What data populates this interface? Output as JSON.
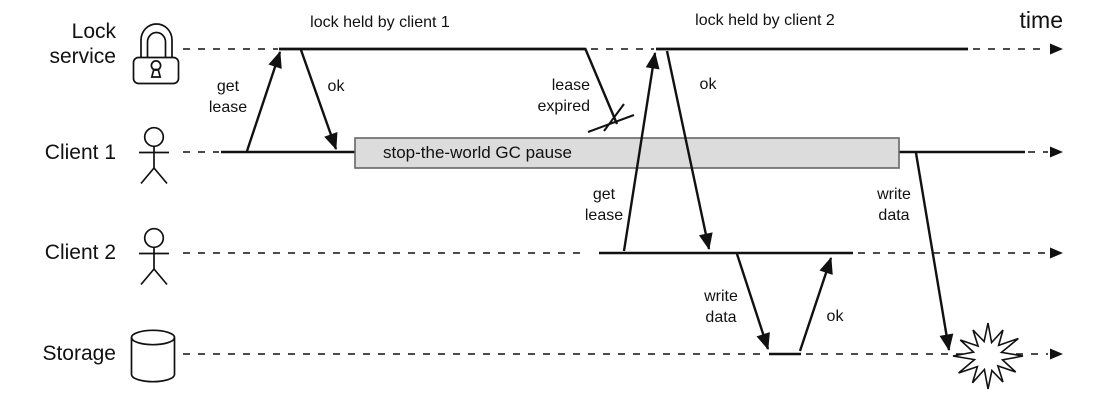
{
  "time_axis": {
    "label": "time"
  },
  "lanes": [
    {
      "id": "lock-service",
      "label": "Lock\nservice",
      "icon": "padlock-icon"
    },
    {
      "id": "client-1",
      "label": "Client 1",
      "icon": "person-icon"
    },
    {
      "id": "client-2",
      "label": "Client 2",
      "icon": "person-icon"
    },
    {
      "id": "storage",
      "label": "Storage",
      "icon": "database-cylinder-icon"
    }
  ],
  "annotations": {
    "lock_held_1": "lock held by client 1",
    "lock_held_2": "lock held by client 2",
    "gc_pause": "stop-the-world GC pause"
  },
  "messages": {
    "get_lease_1": "get\nlease",
    "ok_1": "ok",
    "lease_expired": "lease\nexpired",
    "get_lease_2": "get\nlease",
    "ok_2": "ok",
    "write_data_client2": "write\ndata",
    "ok_3": "ok",
    "write_data_client1": "write\ndata"
  },
  "colors": {
    "ink": "#111111",
    "background": "#ffffff",
    "gc_box_fill": "#dcdcdc",
    "gc_box_border": "#666666"
  }
}
